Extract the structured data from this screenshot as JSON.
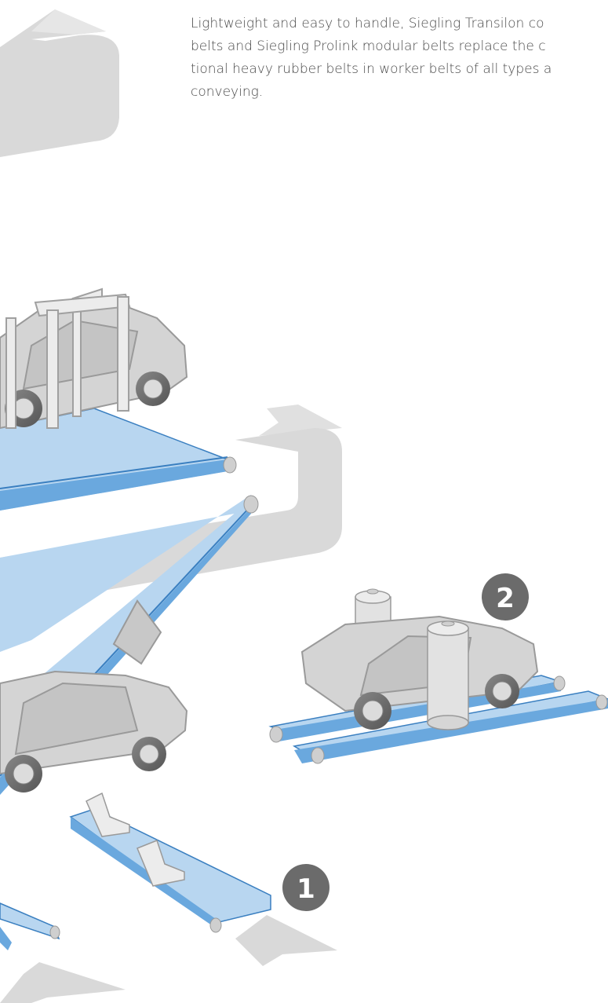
{
  "intro": {
    "line1": "Lightweight and easy to handle, Siegling Transilon co",
    "line2": "belts and Siegling Prolink modular belts replace the c",
    "line3": "tional heavy rubber belts in worker belts of all types a",
    "line4": "conveying."
  },
  "markers": [
    {
      "label": "1"
    },
    {
      "label": "2"
    }
  ],
  "colors": {
    "belt_top": "#b8d6f0",
    "belt_edge": "#4a90d0",
    "car_body": "#d4d4d4",
    "car_outline": "#9a9a9a",
    "arrow": "#d9d9d9",
    "badge": "#6b6b6b"
  },
  "icons": [
    "flow-arrow-icon",
    "car-illustration",
    "conveyor-belt-illustration",
    "portal-frame-illustration",
    "roller-illustration",
    "seat-illustration"
  ]
}
